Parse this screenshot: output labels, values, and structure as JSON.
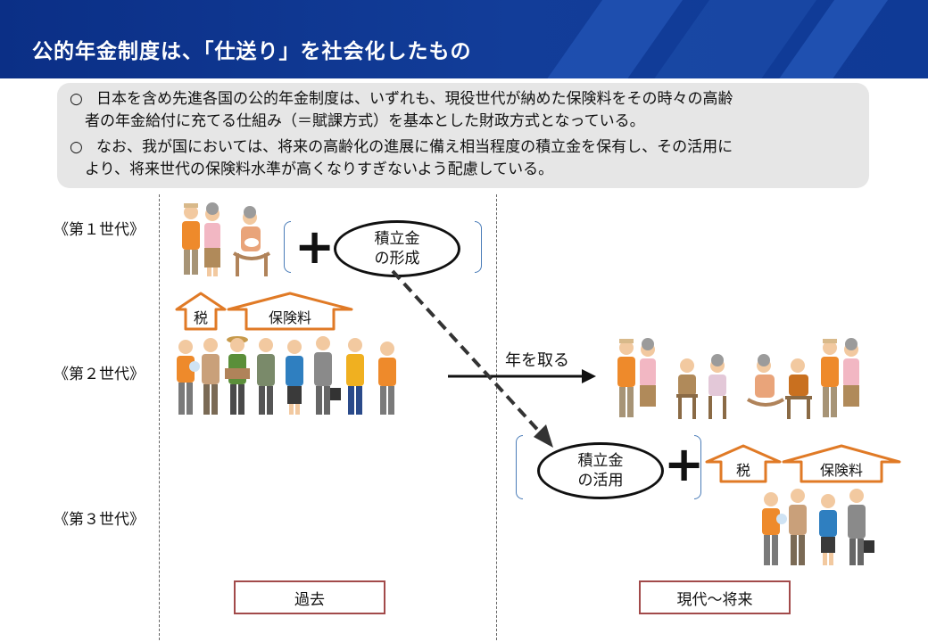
{
  "header": {
    "title": "公的年金制度は、「仕送り」を社会化したもの"
  },
  "notes": [
    {
      "bullet": "○",
      "line1": "日本を含め先進各国の公的年金制度は、いずれも、現役世代が納めた保険料をその時々の高齢",
      "line2": "者の年金給付に充てる仕組み（＝賦課方式）を基本とした財政方式となっている。"
    },
    {
      "bullet": "○",
      "line1": "なお、我が国においては、将来の高齢化の進展に備え相当程度の積立金を保有し、その活用に",
      "line2": "より、将来世代の保険料水準が高くなりすぎないよう配慮している。"
    }
  ],
  "generations": {
    "g1": "《第１世代》",
    "g2": "《第２世代》",
    "g3": "《第３世代》"
  },
  "past": {
    "plus": "+",
    "fund_formation": "積立金\nの形成",
    "tax": "税",
    "premium": "保険料"
  },
  "aging": "年を取る",
  "future": {
    "plus": "+",
    "fund_use": "積立金\nの活用",
    "tax": "税",
    "premium": "保険料"
  },
  "timeline": {
    "past": "過去",
    "present_future": "現代～将来"
  },
  "colors": {
    "orange_arrow": "#e07a26",
    "box_border": "#a24a4a",
    "bracket": "#4a7cb8",
    "header": "#123d99"
  }
}
